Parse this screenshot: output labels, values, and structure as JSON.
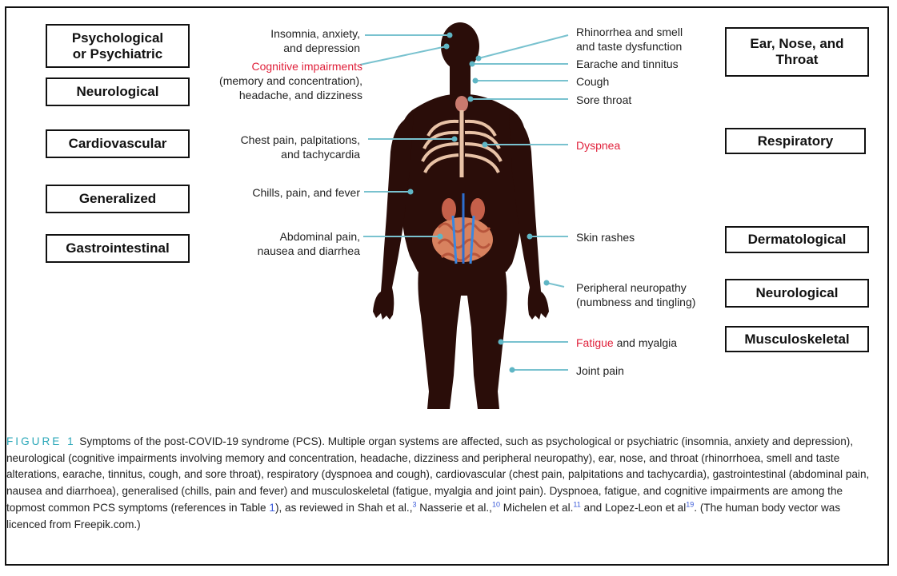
{
  "systems": {
    "psych": "Psychological\nor Psychiatric",
    "neuro_left": "Neurological",
    "cardio": "Cardiovascular",
    "general": "Generalized",
    "gi": "Gastrointestinal",
    "ent": "Ear, Nose, and\nThroat",
    "resp": "Respiratory",
    "derm": "Dermatological",
    "neuro_right": "Neurological",
    "musc": "Musculoskeletal"
  },
  "symptoms": {
    "insomnia": "Insomnia, anxiety,\nand depression",
    "cognitive_red": "Cognitive impairments",
    "cognitive_rest": "(memory and concentration),\nheadache, and dizziness",
    "chest": "Chest pain, palpitations,\nand tachycardia",
    "chills": "Chills, pain, and fever",
    "abdominal": "Abdominal pain,\nnausea and diarrhea",
    "rhinorrhea": "Rhinorrhea and smell\nand taste dysfunction",
    "earache": "Earache and tinnitus",
    "cough": "Cough",
    "sore_throat": "Sore throat",
    "dyspnea": "Dyspnea",
    "skin": "Skin rashes",
    "peripheral": "Peripheral neuropathy\n(numbness and tingling)",
    "fatigue_red": "Fatigue",
    "fatigue_rest": " and myalgia",
    "joint": "Joint pain"
  },
  "caption": {
    "figure_word": "FIGURE",
    "figure_num": "1",
    "text_1": "Symptoms of the post-COVID-19 syndrome (PCS). Multiple organ systems are affected, such as psychological or psychiatric (insomnia, anxiety and depression), neurological (cognitive impairments involving memory and concentration, headache, dizziness and peripheral neuropathy), ear, nose, and throat (rhinorrhoea, smell and taste alterations, earache, tinnitus, cough, and sore throat), respiratory (dyspnoea and cough), cardiovascular (chest pain, palpitations and tachycardia), gastrointestinal (abdominal pain, nausea and diarrhoea), generalised (chills, pain and fever) and musculoskeletal (fatigue, myalgia and joint pain). Dyspnoea, fatigue, and cognitive impairments are among the topmost common PCS symptoms (references in Table ",
    "table_ref": "1",
    "text_2": "), as reviewed in Shah et al.,",
    "ref_shah": "3",
    "text_3": " Nasserie et al.,",
    "ref_nasserie": "10",
    "text_4": " Michelen et al.",
    "ref_michelen": "11",
    "text_5": " and Lopez-Leon et al",
    "ref_lopez": "19",
    "text_6": ". (The human body vector was licenced from Freepik.com.)"
  },
  "colors": {
    "body": "#2a0d09",
    "leader": "#79c2cf",
    "dot": "#5fb6c5",
    "highlight": "#e0213b",
    "figure_label": "#2aa7b8",
    "reference_link": "#3b5bd9"
  }
}
